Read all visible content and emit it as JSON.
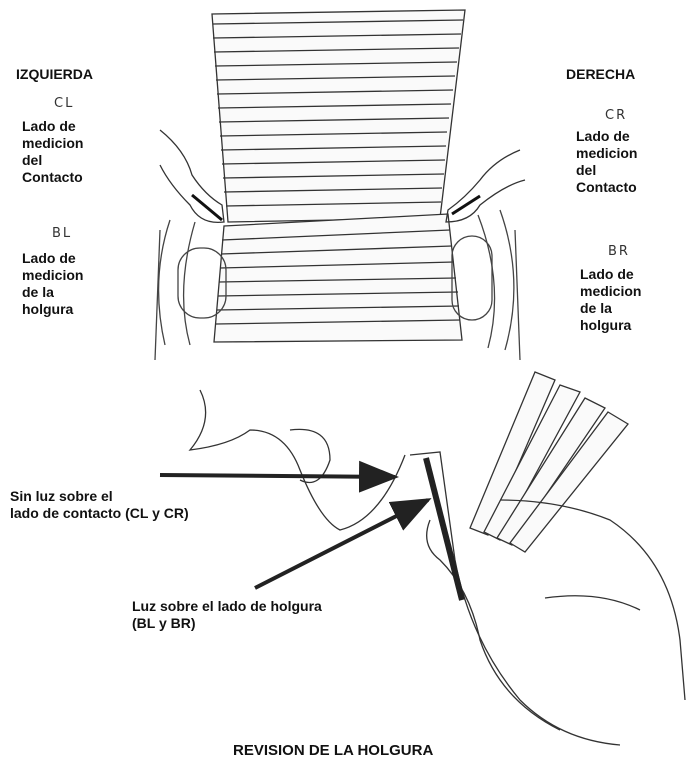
{
  "left": {
    "heading": "IZQUIERDA",
    "contact_code": "CL",
    "contact_text": "Lado de\nmedicion\ndel\nContacto",
    "clearance_code": "BL",
    "clearance_text": "Lado de\nmedicion\nde la\nholgura"
  },
  "right": {
    "heading": "DERECHA",
    "contact_code": "CR",
    "contact_text": "Lado de\nmedicion\ndel\nContacto",
    "clearance_code": "BR",
    "clearance_text": "Lado de\nmedicion\nde la\nholgura"
  },
  "callouts": {
    "no_light": "Sin luz sobre el\nlado de contacto (CL y CR)",
    "light": "Luz sobre el lado de holgura\n(BL y BR)"
  },
  "caption": "REVISION DE LA HOLGURA"
}
